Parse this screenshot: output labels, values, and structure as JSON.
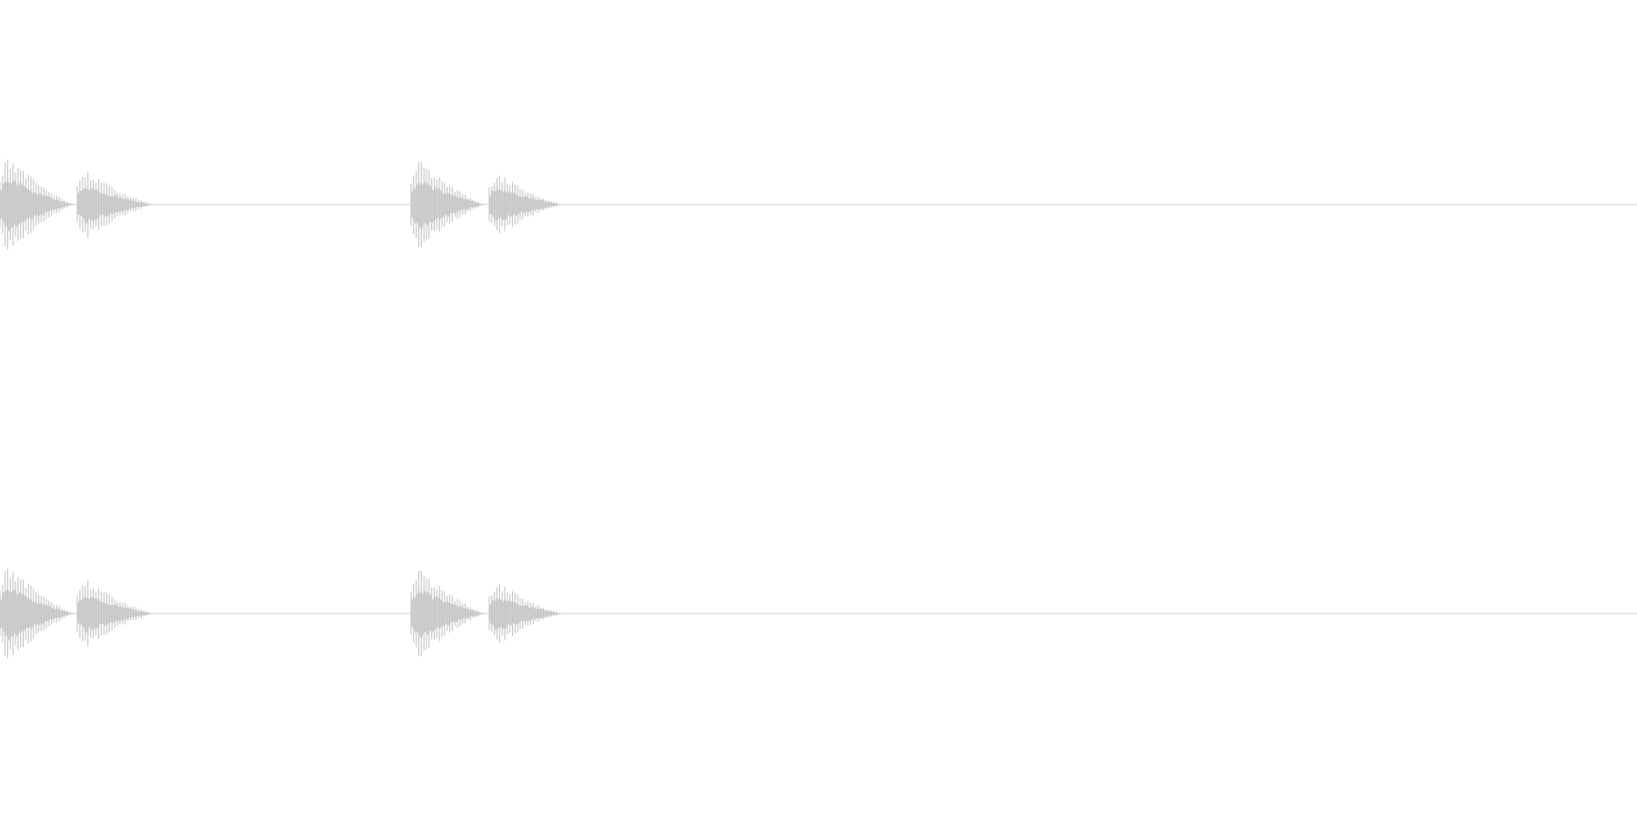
{
  "waveform": {
    "color": "#cccccc",
    "channels": [
      {
        "name": "",
        "bursts": [
          {
            "amplitude": 1.0,
            "decay": 0.55
          },
          {
            "amplitude": 0.7,
            "decay": 0.6
          },
          {
            "amplitude": 0.92,
            "decay": 0.55
          },
          {
            "amplitude": 0.64,
            "decay": 0.6
          }
        ]
      },
      {
        "name": "",
        "bursts": [
          {
            "amplitude": 1.0,
            "decay": 0.55
          },
          {
            "amplitude": 0.7,
            "decay": 0.6
          },
          {
            "amplitude": 0.92,
            "decay": 0.55
          },
          {
            "amplitude": 0.64,
            "decay": 0.6
          }
        ]
      }
    ]
  }
}
